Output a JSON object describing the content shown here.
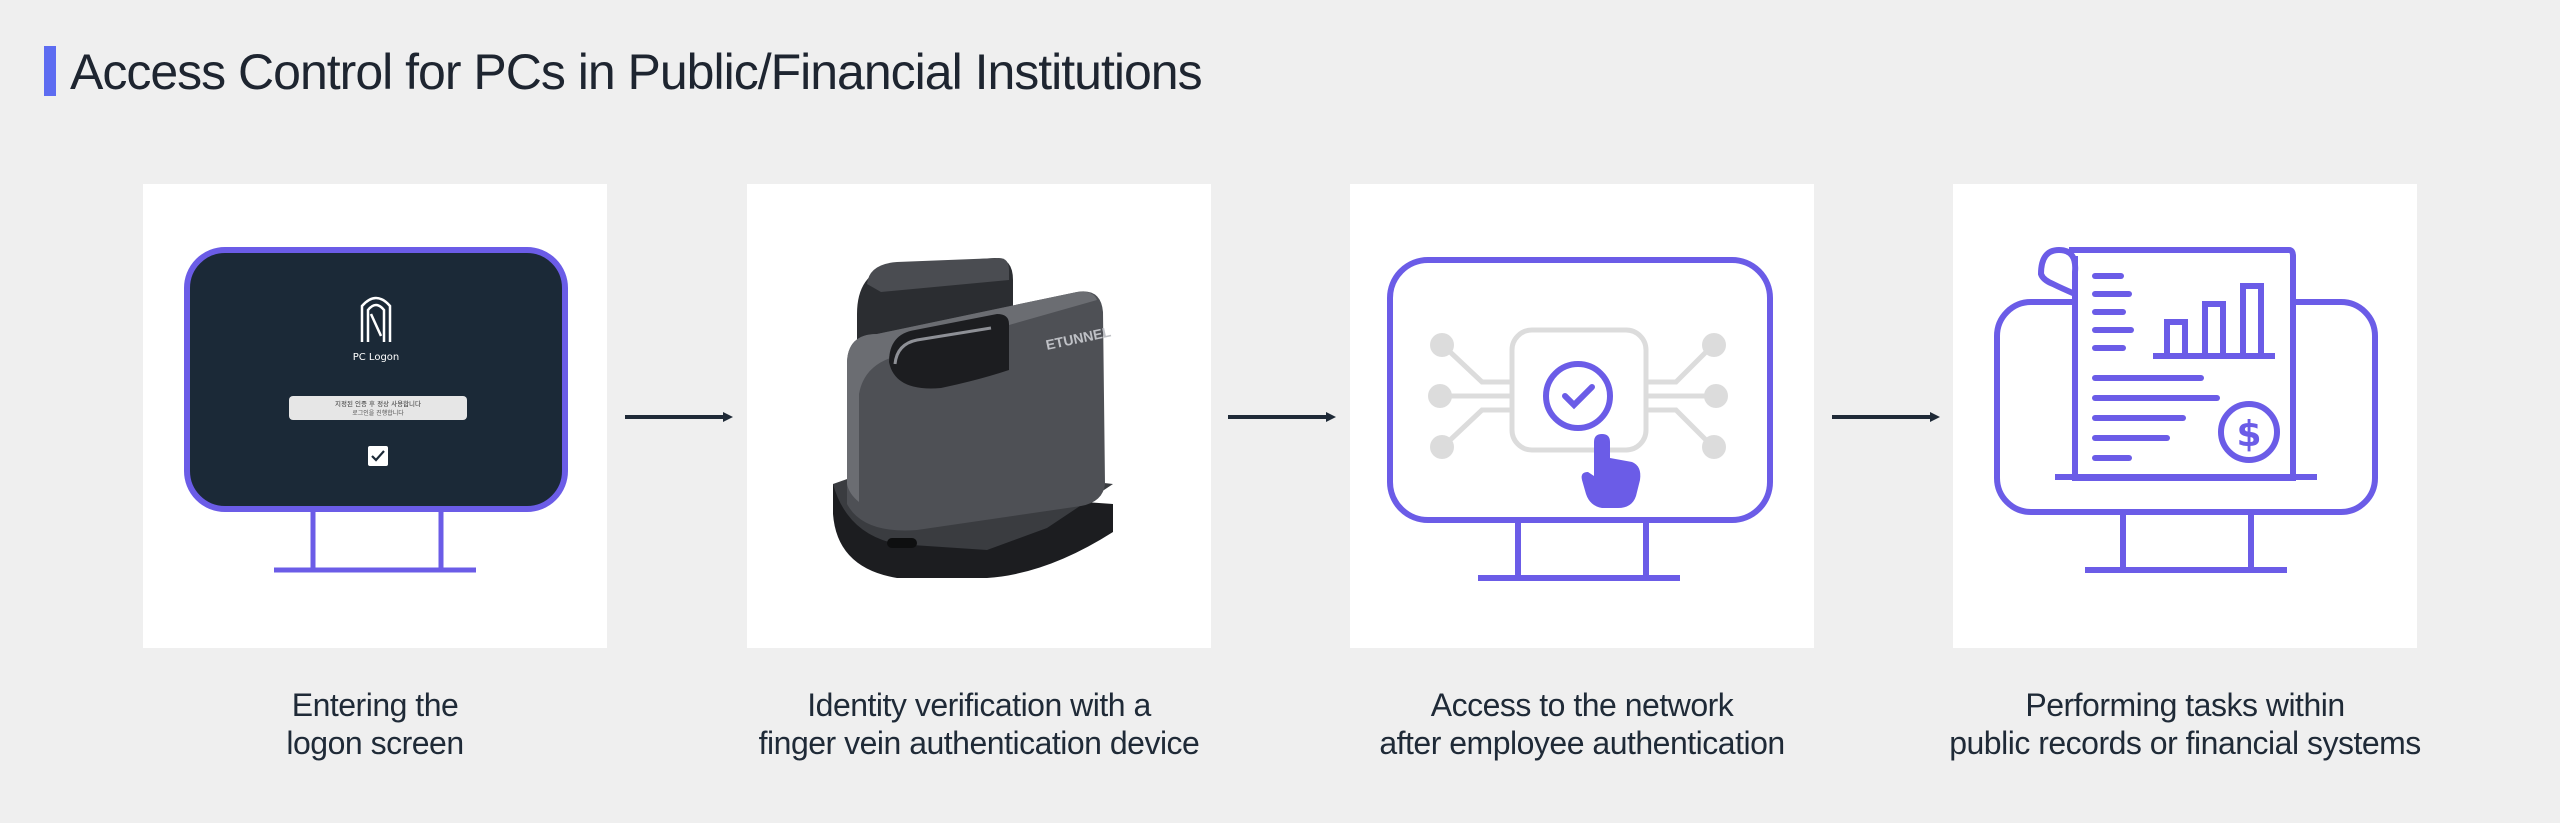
{
  "header": {
    "title": "Access Control for PCs in Public/Financial Institutions"
  },
  "colors": {
    "accent": "#6b5ce7",
    "title_bar": "#5d6cf1",
    "screen_dark": "#1b2937",
    "background": "#efefef",
    "card": "#ffffff"
  },
  "steps": [
    {
      "icon": "monitor-logon-icon",
      "caption_lines": [
        "Entering the",
        "logon screen"
      ],
      "screen": {
        "label": "PC Logon",
        "message_line1": "지정된 인증 후 정상 사용합니다",
        "message_line2": "로그인을 진행합니다"
      }
    },
    {
      "icon": "finger-vein-device-icon",
      "caption_lines": [
        "Identity verification with a",
        "finger vein authentication device"
      ],
      "device_brand": "ETUNNEL"
    },
    {
      "icon": "monitor-network-access-icon",
      "caption_lines": [
        "Access to the network",
        "after employee authentication"
      ]
    },
    {
      "icon": "monitor-financial-report-icon",
      "caption_lines": [
        "Performing tasks within",
        "public records or financial systems"
      ]
    }
  ]
}
